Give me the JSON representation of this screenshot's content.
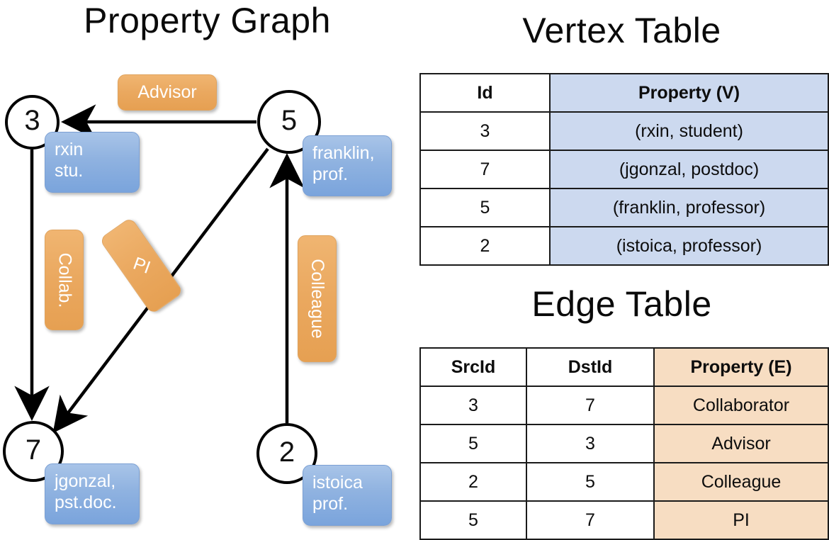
{
  "graph": {
    "title": "Property Graph",
    "nodes": [
      {
        "id": "3",
        "property": "rxin\nstu."
      },
      {
        "id": "5",
        "property": "franklin,\nprof."
      },
      {
        "id": "7",
        "property": "jgonzal,\npst.doc."
      },
      {
        "id": "2",
        "property": "istoica\nprof."
      }
    ],
    "node_labels": {
      "n3": "3",
      "n5": "5",
      "n7": "7",
      "n2": "2"
    },
    "properties": {
      "p3_line1": "rxin",
      "p3_line2": "stu.",
      "p5_line1": "franklin,",
      "p5_line2": "prof.",
      "p7_line1": "jgonzal,",
      "p7_line2": "pst.doc.",
      "p2_line1": "istoica",
      "p2_line2": "prof."
    },
    "edge_labels": {
      "advisor": "Advisor",
      "collab": "Collab.",
      "pi": "PI",
      "colleague": "Colleague"
    },
    "edges": [
      {
        "from": "5",
        "to": "3",
        "label": "Advisor"
      },
      {
        "from": "3",
        "to": "7",
        "label": "Collab."
      },
      {
        "from": "5",
        "to": "7",
        "label": "PI"
      },
      {
        "from": "2",
        "to": "5",
        "label": "Colleague"
      }
    ],
    "colors": {
      "vertex_property_box": "#8fb2e0",
      "edge_label_box": "#eaa85f",
      "stroke": "#000000"
    }
  },
  "vertex_table": {
    "title": "Vertex Table",
    "headers": [
      "Id",
      "Property (V)"
    ],
    "rows": [
      [
        "3",
        "(rxin, student)"
      ],
      [
        "7",
        "(jgonzal, postdoc)"
      ],
      [
        "5",
        "(franklin, professor)"
      ],
      [
        "2",
        "(istoica, professor)"
      ]
    ],
    "accent": "#ccd9ef"
  },
  "edge_table": {
    "title": "Edge Table",
    "headers": [
      "SrcId",
      "DstId",
      "Property (E)"
    ],
    "rows": [
      [
        "3",
        "7",
        "Collaborator"
      ],
      [
        "5",
        "3",
        "Advisor"
      ],
      [
        "2",
        "5",
        "Colleague"
      ],
      [
        "5",
        "7",
        "PI"
      ]
    ],
    "accent": "#f7ddc2"
  }
}
